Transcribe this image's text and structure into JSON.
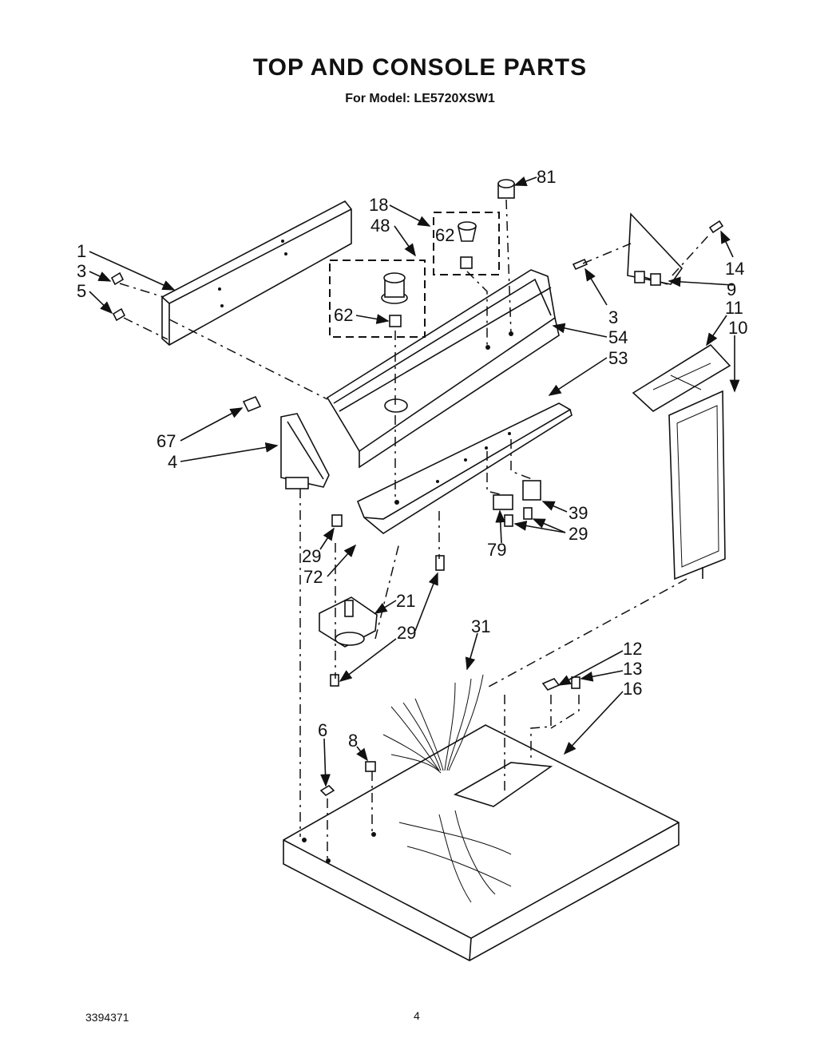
{
  "title": "TOP AND CONSOLE PARTS",
  "subtitle": "For Model: LE5720XSW1",
  "footer": {
    "doc_number": "3394371",
    "page_number": "4"
  },
  "callouts": {
    "c1": "1",
    "c3a": "3",
    "c5": "5",
    "c18": "18",
    "c48": "48",
    "c62a": "62",
    "c62b": "62",
    "c81": "81",
    "c14": "14",
    "c9": "9",
    "c3b": "3",
    "c54": "54",
    "c53": "53",
    "c11": "11",
    "c10": "10",
    "c67": "67",
    "c4": "4",
    "c39": "39",
    "c29a": "29",
    "c79": "79",
    "c29b": "29",
    "c72": "72",
    "c21": "21",
    "c29c": "29",
    "c31": "31",
    "c12": "12",
    "c13": "13",
    "c16": "16",
    "c6": "6",
    "c8": "8"
  }
}
